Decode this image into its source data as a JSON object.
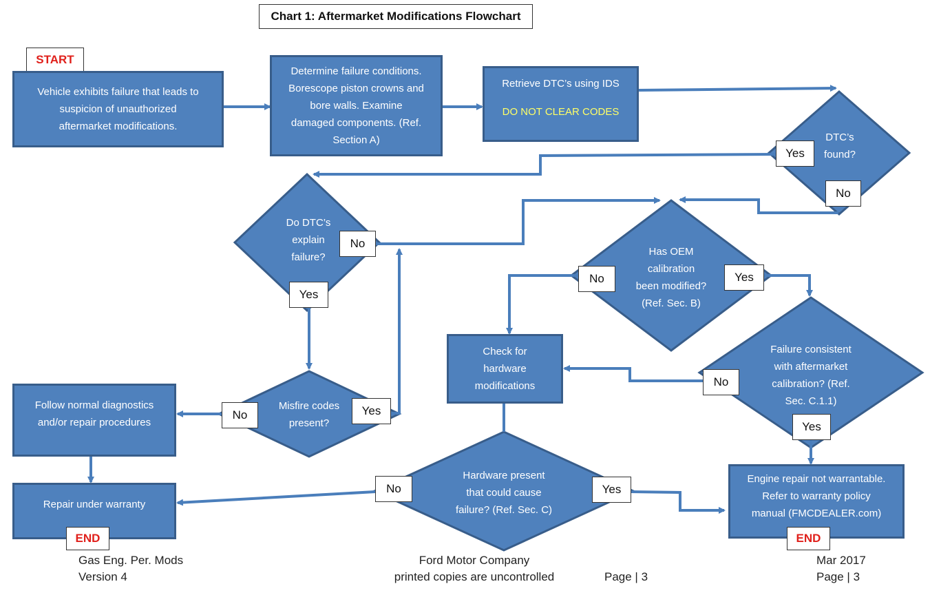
{
  "title": "Chart 1: Aftermarket Modifications Flowchart",
  "start_label": "START",
  "end_label": "END",
  "nodes": {
    "vehicle_failure": [
      "Vehicle exhibits failure that leads to",
      "suspicion of unauthorized",
      "aftermarket modifications."
    ],
    "determine_conditions": [
      "Determine failure conditions.",
      "Borescope piston crowns and",
      "bore walls.  Examine",
      "damaged components. (Ref.",
      "Section A)"
    ],
    "retrieve_dtc": "Retrieve DTC’s using IDS",
    "do_not_clear": "DO NOT CLEAR CODES",
    "dtcs_found": [
      "DTC’s",
      "found?"
    ],
    "dtc_explain": [
      "Do DTC’s",
      "explain",
      "failure?"
    ],
    "oem_calibration": [
      "Has OEM",
      "calibration",
      "been modified?",
      "(Ref. Sec. B)"
    ],
    "check_hardware": [
      "Check for",
      "hardware",
      "modifications"
    ],
    "failure_consistent": [
      "Failure consistent",
      "with aftermarket",
      "calibration? (Ref.",
      "Sec. C.1.1)"
    ],
    "misfire_codes": [
      "Misfire codes",
      "present?"
    ],
    "normal_diag": [
      "Follow normal diagnostics",
      "and/or repair procedures"
    ],
    "repair_warranty": "Repair under warranty",
    "hardware_present": [
      "Hardware present",
      "that could cause",
      "failure? (Ref. Sec. C)"
    ],
    "not_warrantable": [
      "Engine repair not warrantable.",
      "Refer to warranty policy",
      "manual (FMCDEALER.com)"
    ]
  },
  "edge_labels": {
    "yes": "Yes",
    "no": "No"
  },
  "footer": {
    "left": [
      "Gas Eng. Per. Mods",
      "Version 4"
    ],
    "center": [
      "Ford Motor Company",
      "printed copies are uncontrolled"
    ],
    "page_center": "Page | 3",
    "right": [
      "Mar 2017",
      "Page | 3"
    ]
  },
  "colors": {
    "box_fill": "#4f81bd",
    "box_border": "#385d8a",
    "arrow": "#4a7ebb",
    "warning_text": "#ffff66",
    "start_end_text": "#e0201b"
  }
}
